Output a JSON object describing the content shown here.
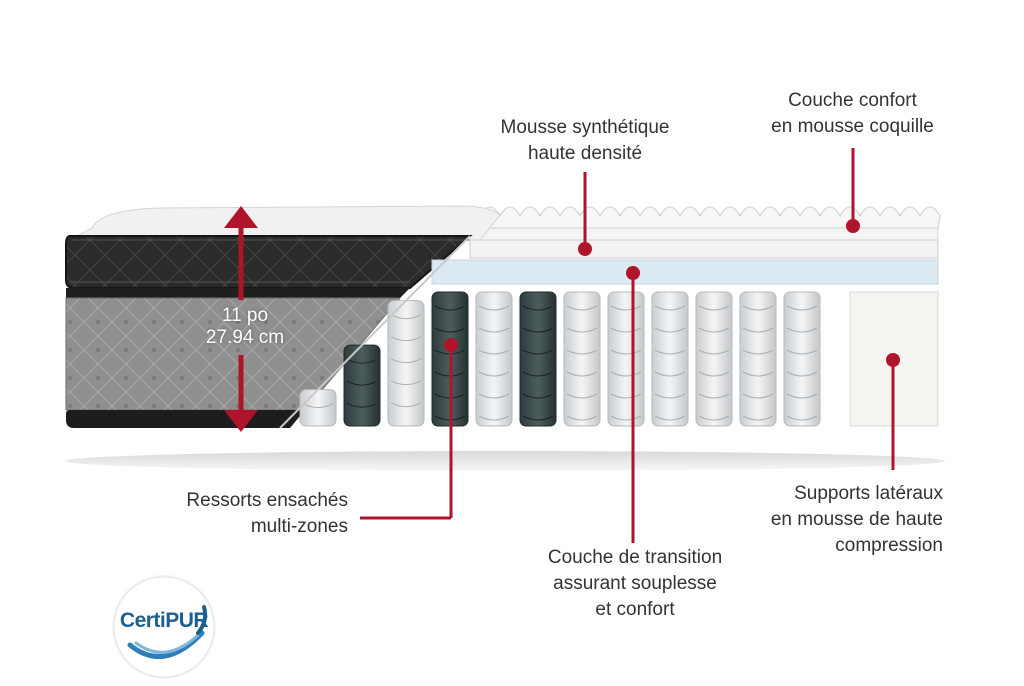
{
  "dimension": {
    "inches": "11 po",
    "centimeters": "27.94 cm"
  },
  "callouts": {
    "foam_high_density": [
      "Mousse synthétique",
      "haute densité"
    ],
    "comfort_layer": [
      "Couche confort",
      "en mousse coquille"
    ],
    "pocket_springs": [
      "Ressorts ensachés",
      "multi-zones"
    ],
    "transition_layer": [
      "Couche de transition",
      "assurant souplesse",
      "et confort"
    ],
    "side_supports": [
      "Supports latéraux",
      "en mousse de haute",
      "compression"
    ]
  },
  "badge": {
    "text": "CertiPUR"
  },
  "colors": {
    "accent_red": "#b0142a",
    "label_text": "#333333",
    "certipur_blue": "#1d5f8e",
    "dark_border": "#1f1f1f",
    "quilt_gray": "#8a8a8a",
    "transition_blue": "#d6e6f2"
  }
}
